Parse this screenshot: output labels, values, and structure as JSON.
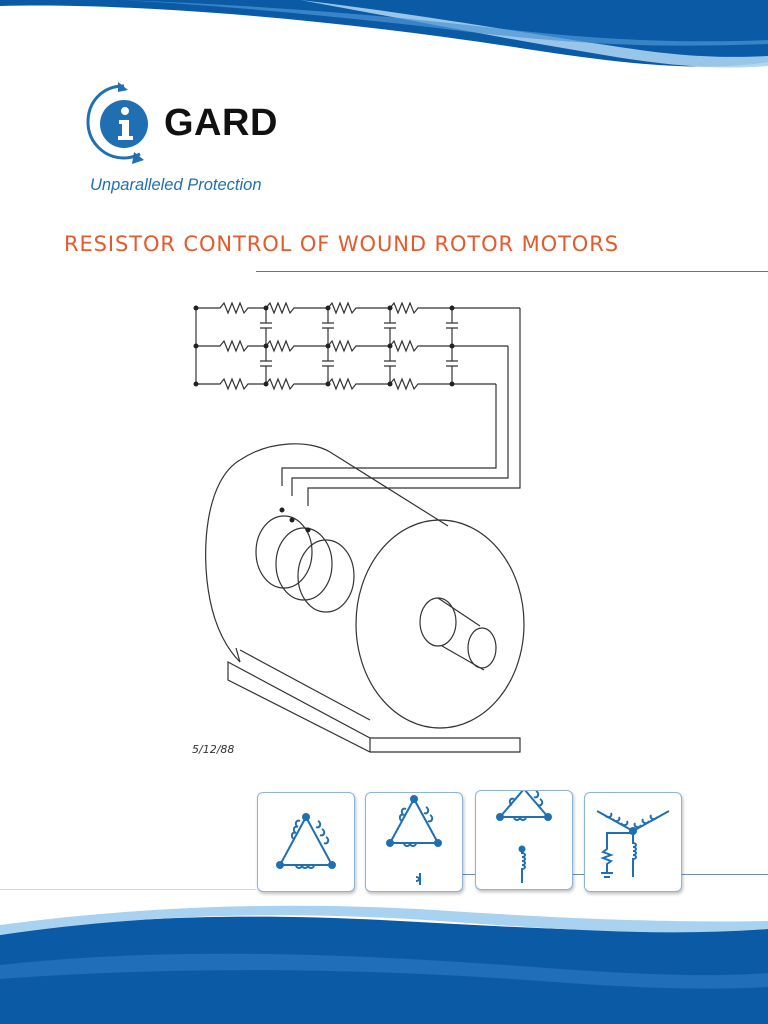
{
  "brand": {
    "name": "GARD",
    "tagline": "Unparalleled Protection"
  },
  "page": {
    "title": "RESISTOR CONTROL OF WOUND ROTOR MOTORS"
  },
  "figure": {
    "date_label": "5/12/88"
  },
  "colors": {
    "title": "#e55a2b",
    "accent_blue": "#1f6fb2",
    "wave_dark": "#0b5aa6",
    "wave_light": "#a9d1f0",
    "icon_stroke": "#1f6fb2"
  },
  "icons": [
    "delta-winding-icon",
    "delta-winding-with-ground-icon",
    "delta-winding-with-coil-icon",
    "wye-winding-with-resistor-ground-icon"
  ]
}
